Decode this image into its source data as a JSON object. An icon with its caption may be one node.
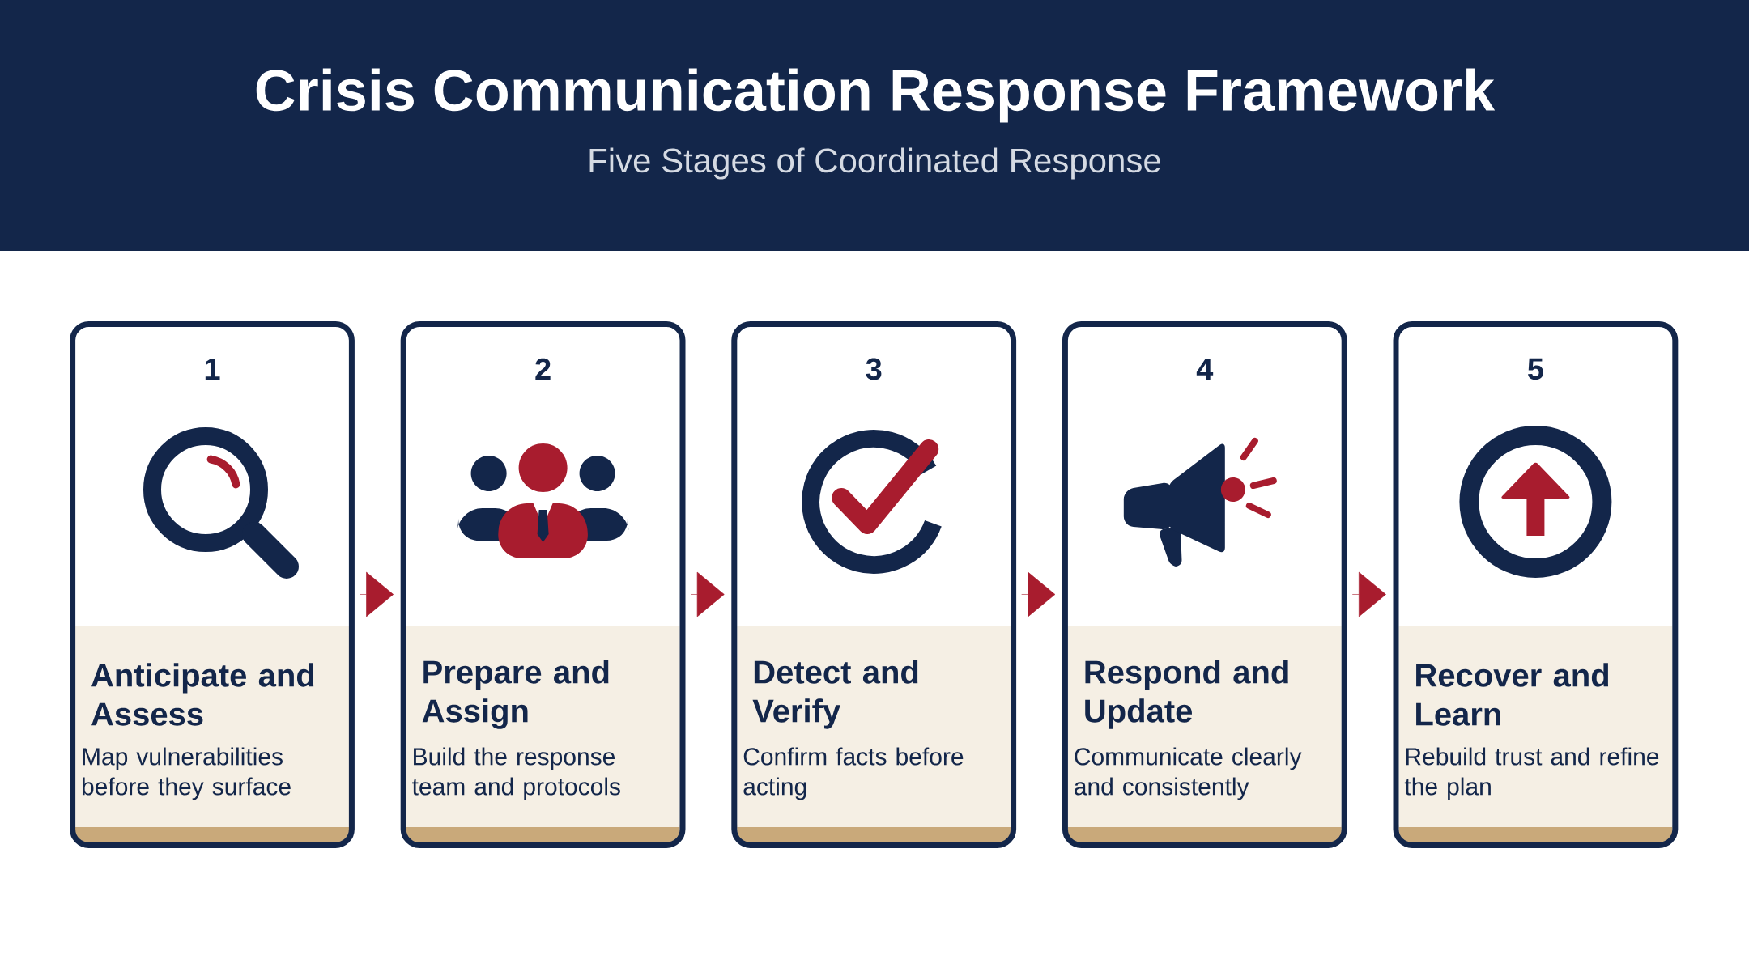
{
  "diagram": {
    "title": "Crisis Communication Response Framework",
    "nodes": [
      {
        "text": [
          "1",
          "Anticipate and Assess",
          "Map vulnerabilities before they surface"
        ]
      },
      {
        "text": [
          "2",
          "Prepare and Assign",
          "Build the response team and protocols"
        ]
      },
      {
        "text": [
          "3",
          "Detect and Verify",
          "Confirm facts before acting"
        ]
      },
      {
        "text": [
          "4",
          "Respond and Update",
          "Communicate clearly and consistently"
        ]
      },
      {
        "text": [
          "5",
          "Recover and Learn",
          "Rebuild trust and refine the plan"
        ]
      }
    ],
    "edges": [
      {
        "from": 0,
        "to": 1,
        "arrow": "to"
      },
      {
        "from": 1,
        "to": 2,
        "arrow": "to"
      },
      {
        "from": 2,
        "to": 3,
        "arrow": "to"
      },
      {
        "from": 3,
        "to": 4,
        "arrow": "to"
      }
    ],
    "labels": [
      "Five Stages of Coordinated Response"
    ]
  }
}
